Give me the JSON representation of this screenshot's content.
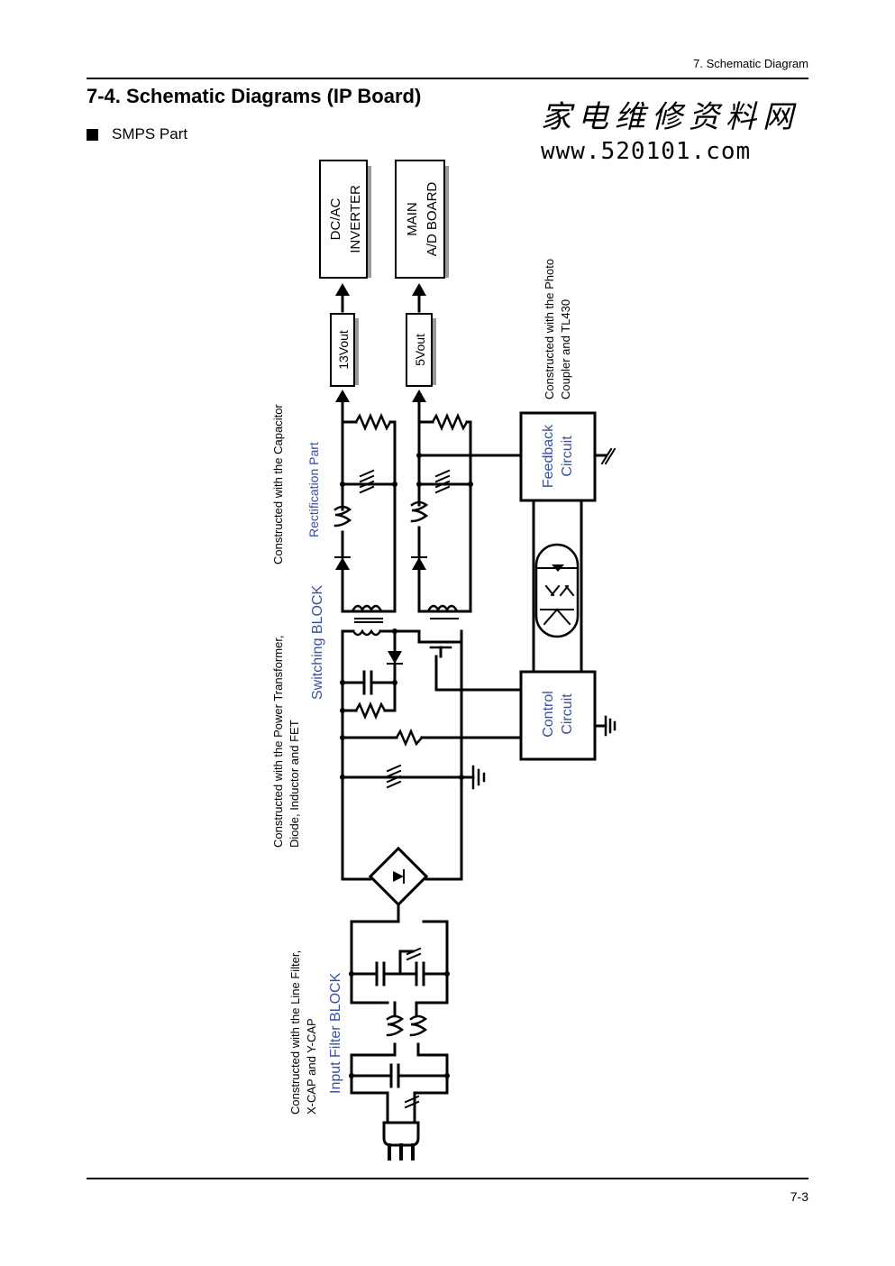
{
  "header": {
    "section": "7. Schematic Diagram"
  },
  "title": "7-4. Schematic Diagrams (IP Board)",
  "section": {
    "label": "SMPS Part"
  },
  "watermark": {
    "chinese": "家电维修资料网",
    "url": "www.520101.com"
  },
  "diagram": {
    "outputs": {
      "inverter_box": [
        "DC/AC",
        "INVERTER"
      ],
      "main_box": [
        "MAIN",
        "A/D  BOARD"
      ],
      "v13": "13Vout",
      "v5": "5Vout"
    },
    "blocks": {
      "feedback": [
        "Feedback",
        "Circuit"
      ],
      "control": [
        "Control",
        "Circuit"
      ]
    },
    "section_labels": {
      "rectification": "Rectification Part",
      "switching": "Switching BLOCK",
      "input_filter": "Input  Filter  BLOCK"
    },
    "notes": {
      "capacitor": "Constructed with the Capacitor",
      "power_line1": "Constructed with the Power Transformer,",
      "power_line2": "Diode, Inductor and FET",
      "line_filter1": "Constructed with the Line Filter,",
      "line_filter2": "X-CAP and Y-CAP",
      "photo1": "Constructed with the Photo",
      "photo2": "Coupler and TL430"
    },
    "colors": {
      "label_blue": "#3a4fa0",
      "ink": "#000000"
    }
  },
  "footer": {
    "page": "7-3"
  }
}
